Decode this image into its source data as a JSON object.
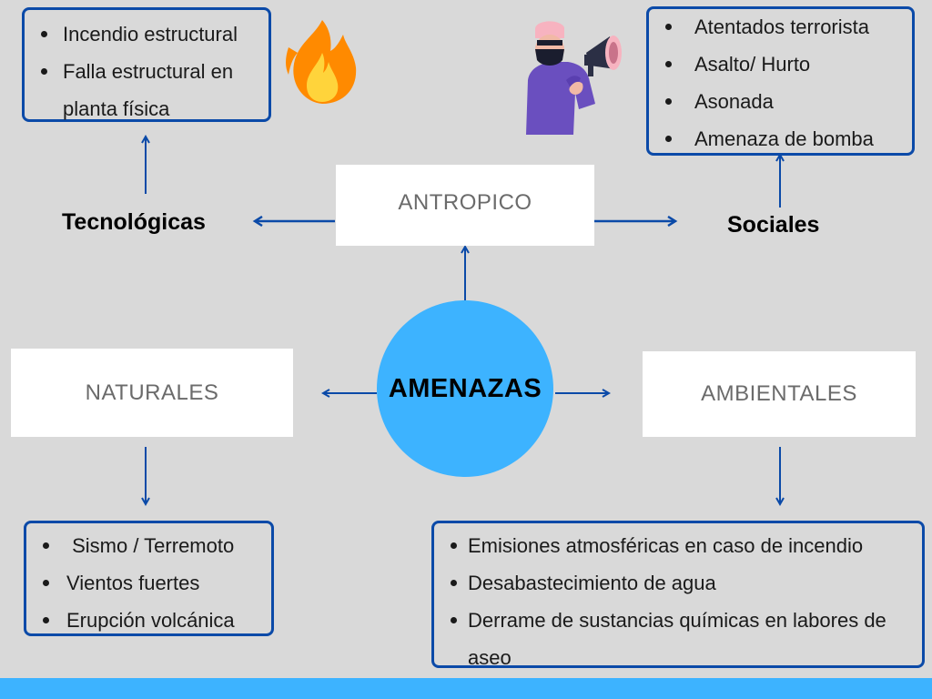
{
  "center": {
    "label": "AMENAZAS"
  },
  "antropico": {
    "label": "ANTROPICO"
  },
  "naturales": {
    "label": "NATURALES"
  },
  "ambientales": {
    "label": "AMBIENTALES"
  },
  "tecnologicas": {
    "label": "Tecnológicas",
    "items": [
      "Incendio estructural",
      "Falla estructural en",
      "planta física"
    ]
  },
  "sociales": {
    "label": "Sociales",
    "items": [
      "Atentados terrorista",
      "Asalto/ Hurto",
      "Asonada",
      "Amenaza de bomba"
    ]
  },
  "naturales_list": {
    "items": [
      " Sismo / Terremoto",
      "Vientos fuertes",
      "Erupción volcánica"
    ]
  },
  "ambientales_list": {
    "items": [
      "Emisiones atmosféricas en caso de incendio",
      "Desabastecimiento de agua",
      "Derrame de sustancias químicas en labores de",
      "aseo"
    ]
  },
  "colors": {
    "border": "#0b4aa8",
    "accent": "#3db3ff",
    "background": "#d9d9d9"
  },
  "icons": [
    "fire-icon",
    "protester-megaphone-icon"
  ]
}
